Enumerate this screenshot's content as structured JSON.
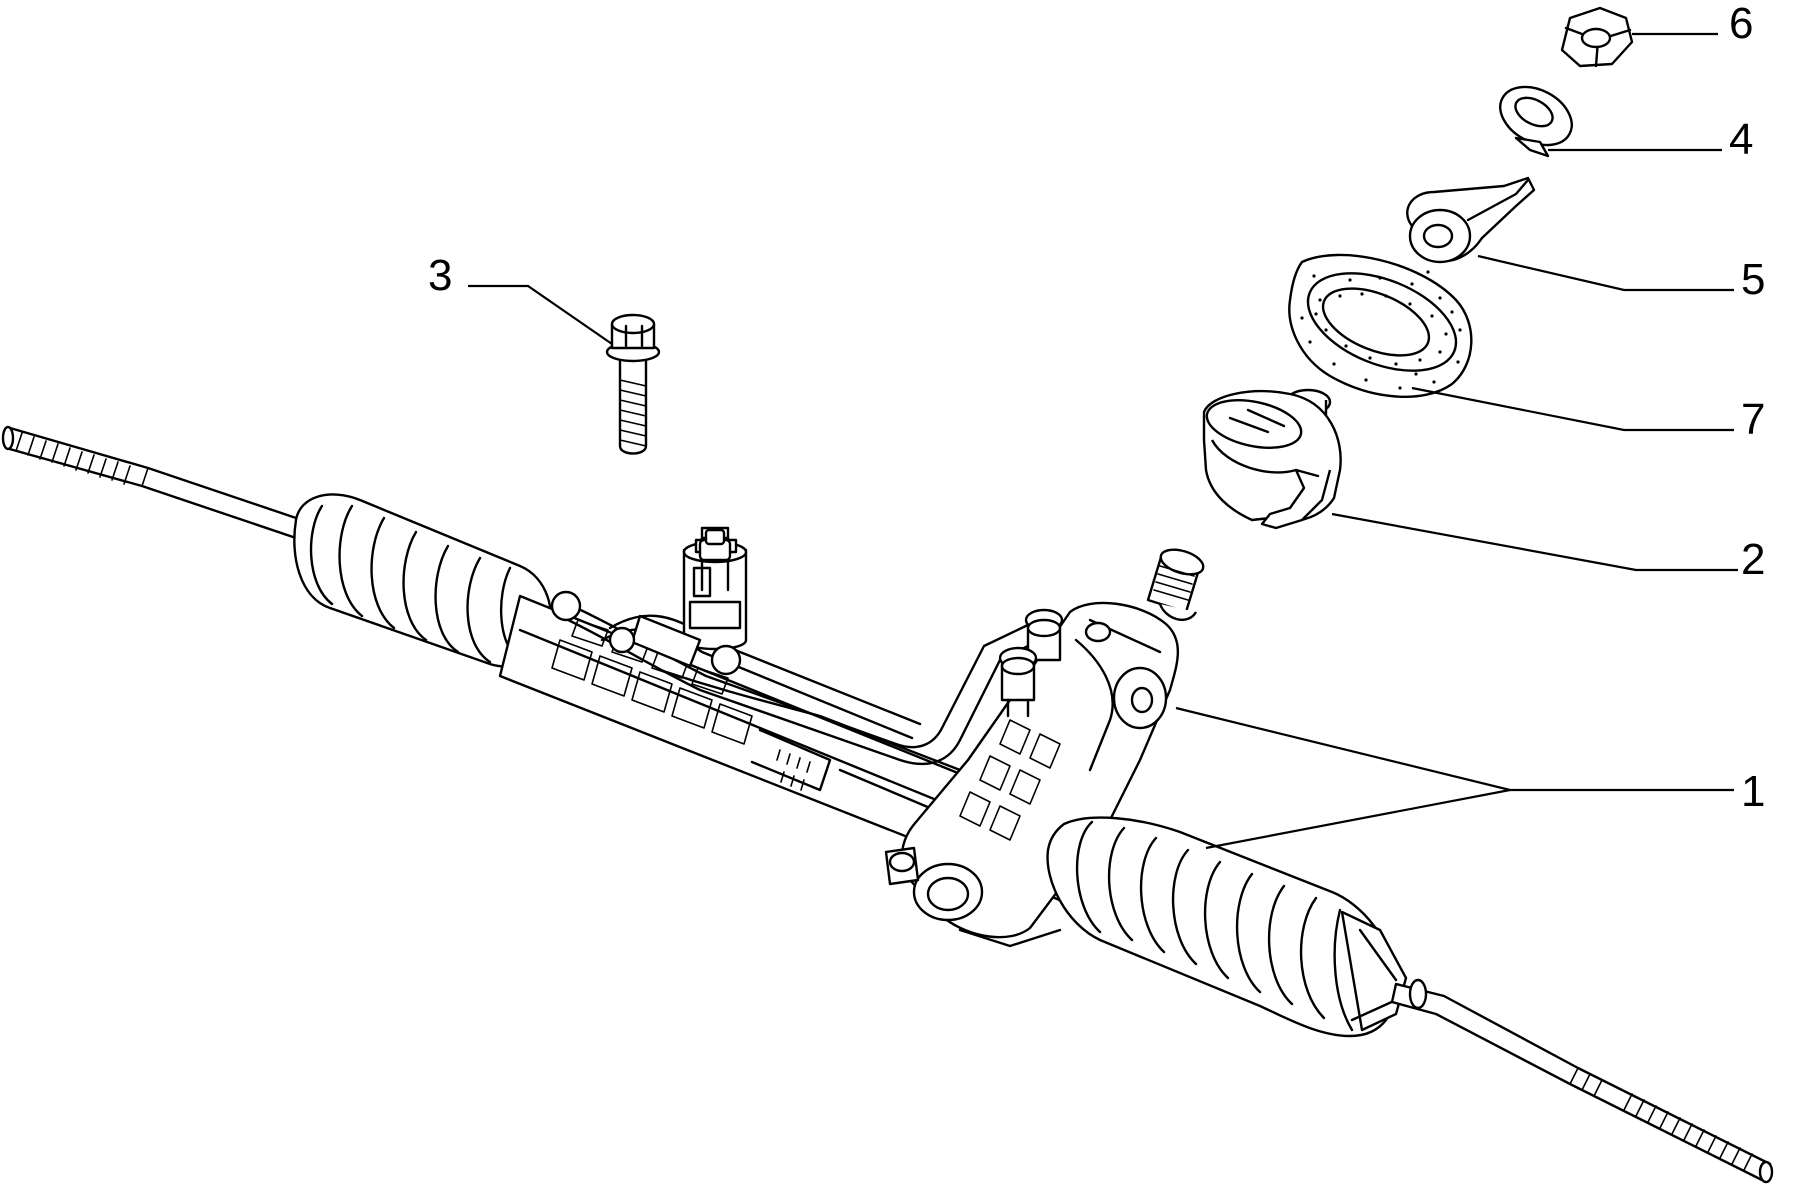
{
  "diagram": {
    "parts": [
      {
        "id": "rack-assembly",
        "callout": "1"
      },
      {
        "id": "mount-bushing",
        "callout": "2"
      },
      {
        "id": "flange-bolt",
        "callout": "3"
      },
      {
        "id": "spring-washer",
        "callout": "4"
      },
      {
        "id": "mounting-bracket",
        "callout": "5"
      },
      {
        "id": "hex-nut",
        "callout": "6"
      },
      {
        "id": "rubber-ring",
        "callout": "7"
      }
    ]
  }
}
